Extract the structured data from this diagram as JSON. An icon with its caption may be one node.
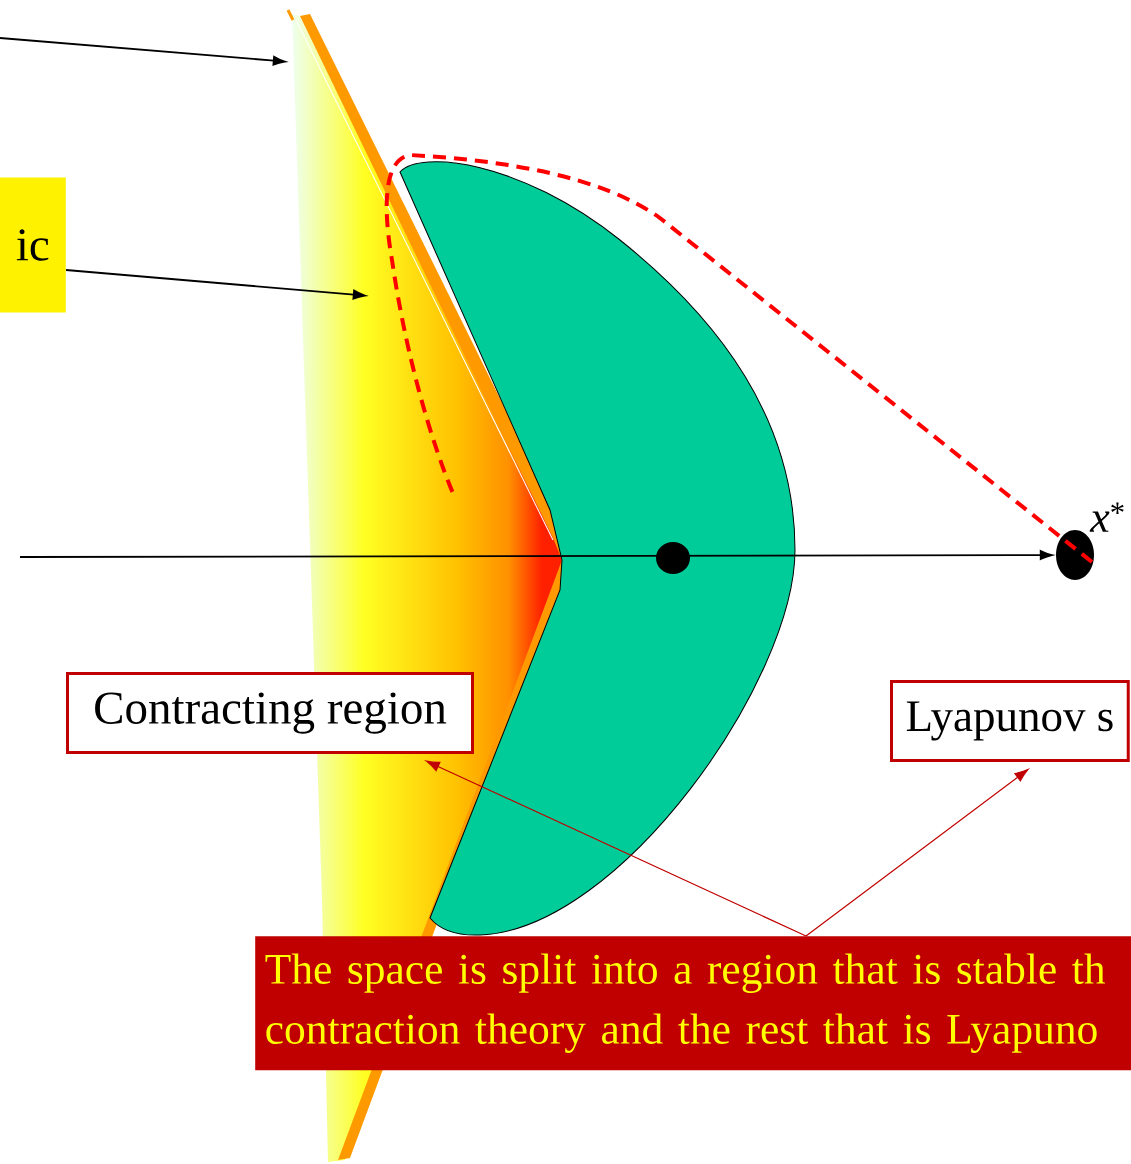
{
  "diagram": {
    "nodes": [
      {
        "text": [
          "ic"
        ]
      },
      {
        "text": [
          "Contracting region"
        ]
      },
      {
        "text": [
          "Lyapunov s"
        ]
      },
      {
        "text": [
          "The space is split into a region that is stable th contraction theory and the rest that is Lyapuno"
        ]
      },
      {
        "text": [],
        "shape": "circle",
        "beside": [
          "*x*$^{*}$"
        ]
      },
      {
        "text": [],
        "shape": "picture"
      },
      {
        "text": [],
        "shape": "picture"
      }
    ],
    "edges": [
      {
        "from": null,
        "to": 5,
        "arrow": "to"
      },
      {
        "from": 0,
        "to": 6,
        "arrow": "to"
      },
      {
        "from": null,
        "to": 4,
        "arrow": "to"
      },
      {
        "from": 3,
        "to": 1,
        "arrow": "to",
        "color": "#c00000"
      },
      {
        "from": 3,
        "to": 2,
        "arrow": "to",
        "color": "#c00000"
      }
    ]
  }
}
